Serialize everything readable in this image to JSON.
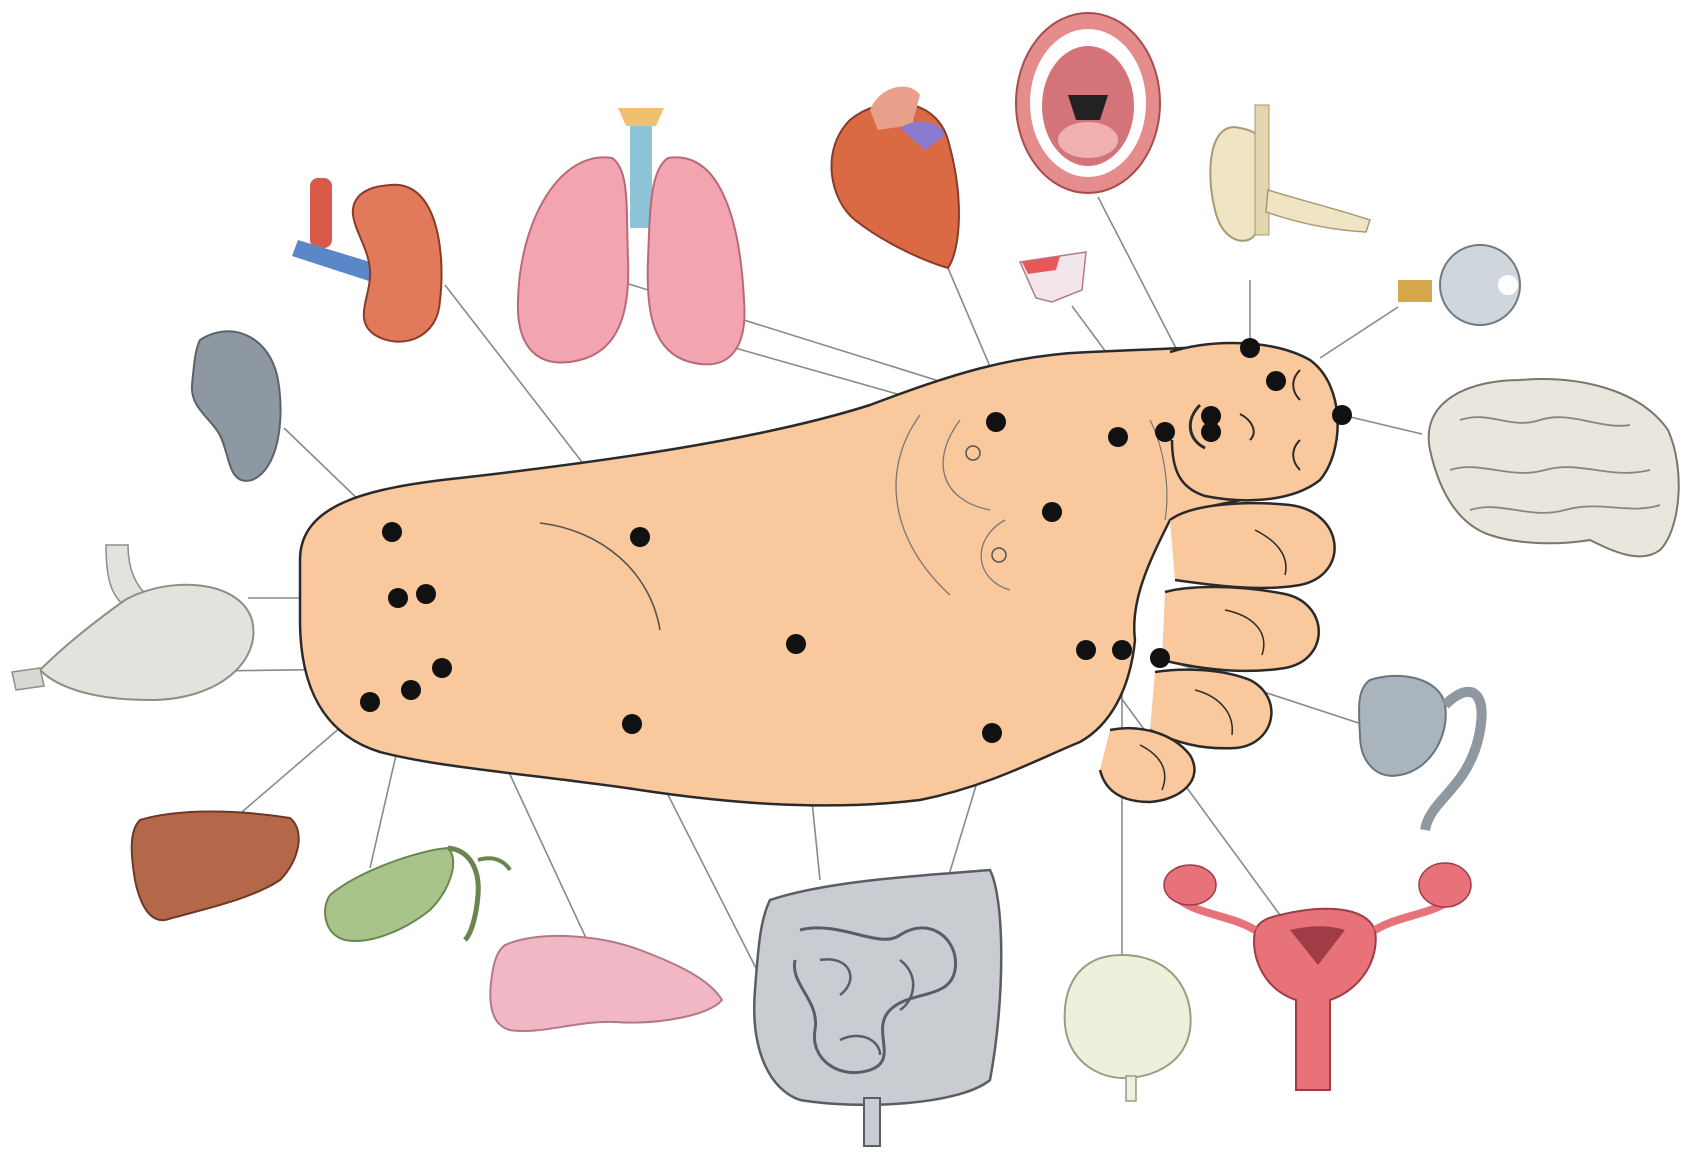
{
  "colors": {
    "background": "#ffffff",
    "foot_skin": "#f9c89c",
    "foot_outline": "#2a2a2a",
    "point": "#111111",
    "leader_line": "#8a8a8a",
    "kidney": "#e07a5a",
    "lung": "#f2a5b0",
    "heart": "#d96a44",
    "mouth": "#e58d8d",
    "ear": "#efe4c4",
    "eye": "#cfd6dc",
    "brain": "#e9e6dd",
    "spleen": "#8e98a2",
    "stomach": "#e3e3dd",
    "liver": "#b5674a",
    "gallbladder": "#a8c48a",
    "pancreas": "#f1b7c4",
    "intestine": "#c9ccd1",
    "bladder": "#eef0dc",
    "uterus": "#e7727a",
    "testis": "#a9b4bd",
    "throat": "#e8585a"
  },
  "organs": [
    {
      "id": "kidney",
      "icon": "kidney-icon"
    },
    {
      "id": "lungs",
      "icon": "lungs-icon"
    },
    {
      "id": "heart",
      "icon": "heart-icon"
    },
    {
      "id": "mouth",
      "icon": "mouth-icon"
    },
    {
      "id": "ear",
      "icon": "ear-icon"
    },
    {
      "id": "eye",
      "icon": "eye-icon"
    },
    {
      "id": "brain",
      "icon": "brain-icon"
    },
    {
      "id": "spleen",
      "icon": "spleen-icon"
    },
    {
      "id": "stomach",
      "icon": "stomach-icon"
    },
    {
      "id": "liver",
      "icon": "liver-icon"
    },
    {
      "id": "gallbladder",
      "icon": "gallbladder-icon"
    },
    {
      "id": "pancreas",
      "icon": "pancreas-icon"
    },
    {
      "id": "intestines",
      "icon": "intestines-icon"
    },
    {
      "id": "bladder",
      "icon": "bladder-icon"
    },
    {
      "id": "uterus",
      "icon": "uterus-icon"
    },
    {
      "id": "testis",
      "icon": "testis-icon"
    },
    {
      "id": "throat",
      "icon": "throat-icon"
    }
  ],
  "foot": {
    "icon": "foot-sole-icon"
  }
}
